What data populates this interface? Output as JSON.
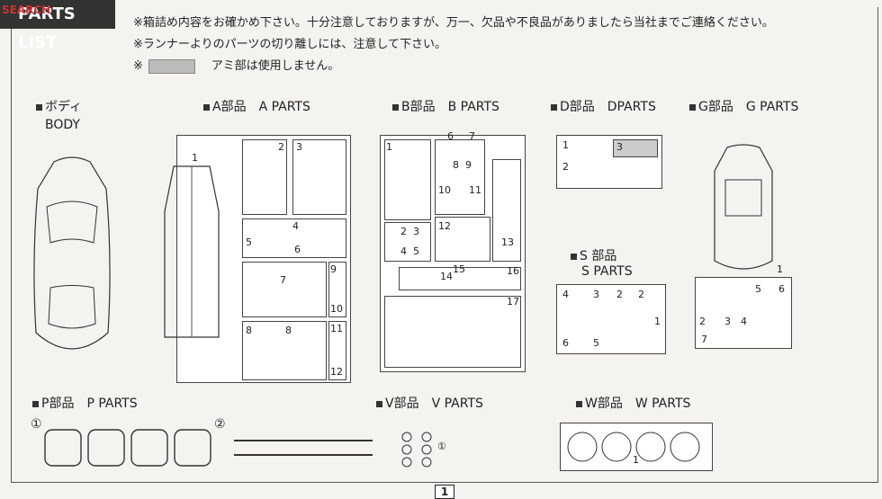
{
  "header": {
    "title": "PARTS LIST",
    "logo": "SEARCH"
  },
  "notes": [
    "※箱詰め内容をお確かめ下さい。十分注意しておりますが、万一、欠品や不良品がありましたら当社までご連絡ください。",
    "※ランナーよりのパーツの切り離しには、注意して下さい。",
    "※",
    "アミ部は使用しません。"
  ],
  "sections": {
    "body": {
      "jp": "ボディ",
      "en": "BODY"
    },
    "a": "A部品　A PARTS",
    "b": "B部品　B PARTS",
    "d": "D部品　DPARTS",
    "g": "G部品　G PARTS",
    "s": "S 部品",
    "s_en": "S PARTS",
    "p": "P部品　P PARTS",
    "v": "V部品　V PARTS",
    "w": "W部品　W PARTS"
  },
  "a_numbers": [
    "1",
    "2",
    "3",
    "4",
    "5",
    "6",
    "7",
    "8",
    "8",
    "9",
    "10",
    "11",
    "12"
  ],
  "b_numbers": [
    "1",
    "6",
    "7",
    "8",
    "9",
    "10",
    "11",
    "12",
    "2",
    "3",
    "4",
    "5",
    "13",
    "14",
    "15",
    "16",
    "17"
  ],
  "d_numbers": [
    "1",
    "3",
    "2"
  ],
  "g_numbers": [
    "1",
    "5",
    "6",
    "2",
    "3",
    "4",
    "7"
  ],
  "s_numbers": [
    "4",
    "3",
    "2",
    "2",
    "1",
    "6",
    "5"
  ],
  "p_numbers": [
    "①",
    "②"
  ],
  "v_numbers": [
    "①"
  ],
  "w_numbers": [
    "1"
  ],
  "page": "1"
}
